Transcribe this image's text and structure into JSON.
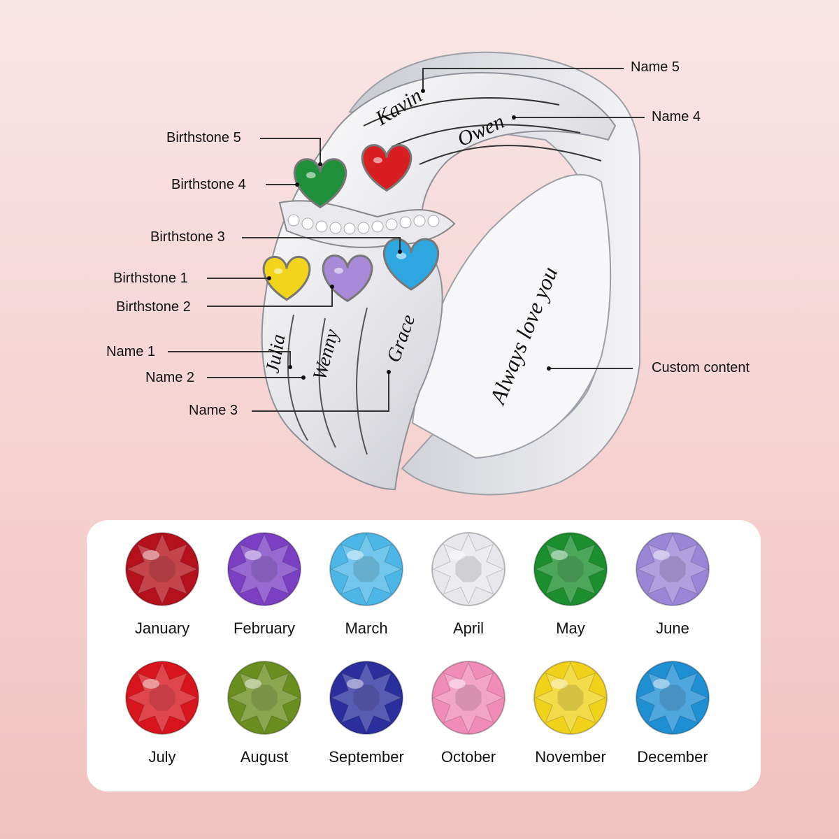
{
  "ring": {
    "names": {
      "name1": "Julia",
      "name2": "Wenny",
      "name3": "Grace",
      "name4": "Owen",
      "name5": "Kavin"
    },
    "custom_content": "Always love you",
    "stone_colors": {
      "birthstone1": "#f2d51a",
      "birthstone2": "#a88ad9",
      "birthstone3": "#2ea6e0",
      "birthstone4": "#d81e20",
      "birthstone5": "#1f8f3a"
    }
  },
  "callouts": {
    "name5": "Name 5",
    "name4": "Name 4",
    "birthstone5": "Birthstone 5",
    "birthstone4": "Birthstone 4",
    "birthstone3": "Birthstone 3",
    "birthstone1": "Birthstone 1",
    "birthstone2": "Birthstone 2",
    "name1": "Name 1",
    "name2": "Name 2",
    "name3": "Name 3",
    "custom": "Custom content"
  },
  "birthstone_chart": [
    {
      "month": "January",
      "color": "#b5111c"
    },
    {
      "month": "February",
      "color": "#7b3fc4"
    },
    {
      "month": "March",
      "color": "#4cb7e6"
    },
    {
      "month": "April",
      "color": "#e8e8ec"
    },
    {
      "month": "May",
      "color": "#1b8f2e"
    },
    {
      "month": "June",
      "color": "#9a86d6"
    },
    {
      "month": "July",
      "color": "#d8141c"
    },
    {
      "month": "August",
      "color": "#6a8f1f"
    },
    {
      "month": "September",
      "color": "#2b2f9e"
    },
    {
      "month": "October",
      "color": "#f08cb6"
    },
    {
      "month": "November",
      "color": "#f0d21a"
    },
    {
      "month": "December",
      "color": "#1f8fd4"
    }
  ]
}
